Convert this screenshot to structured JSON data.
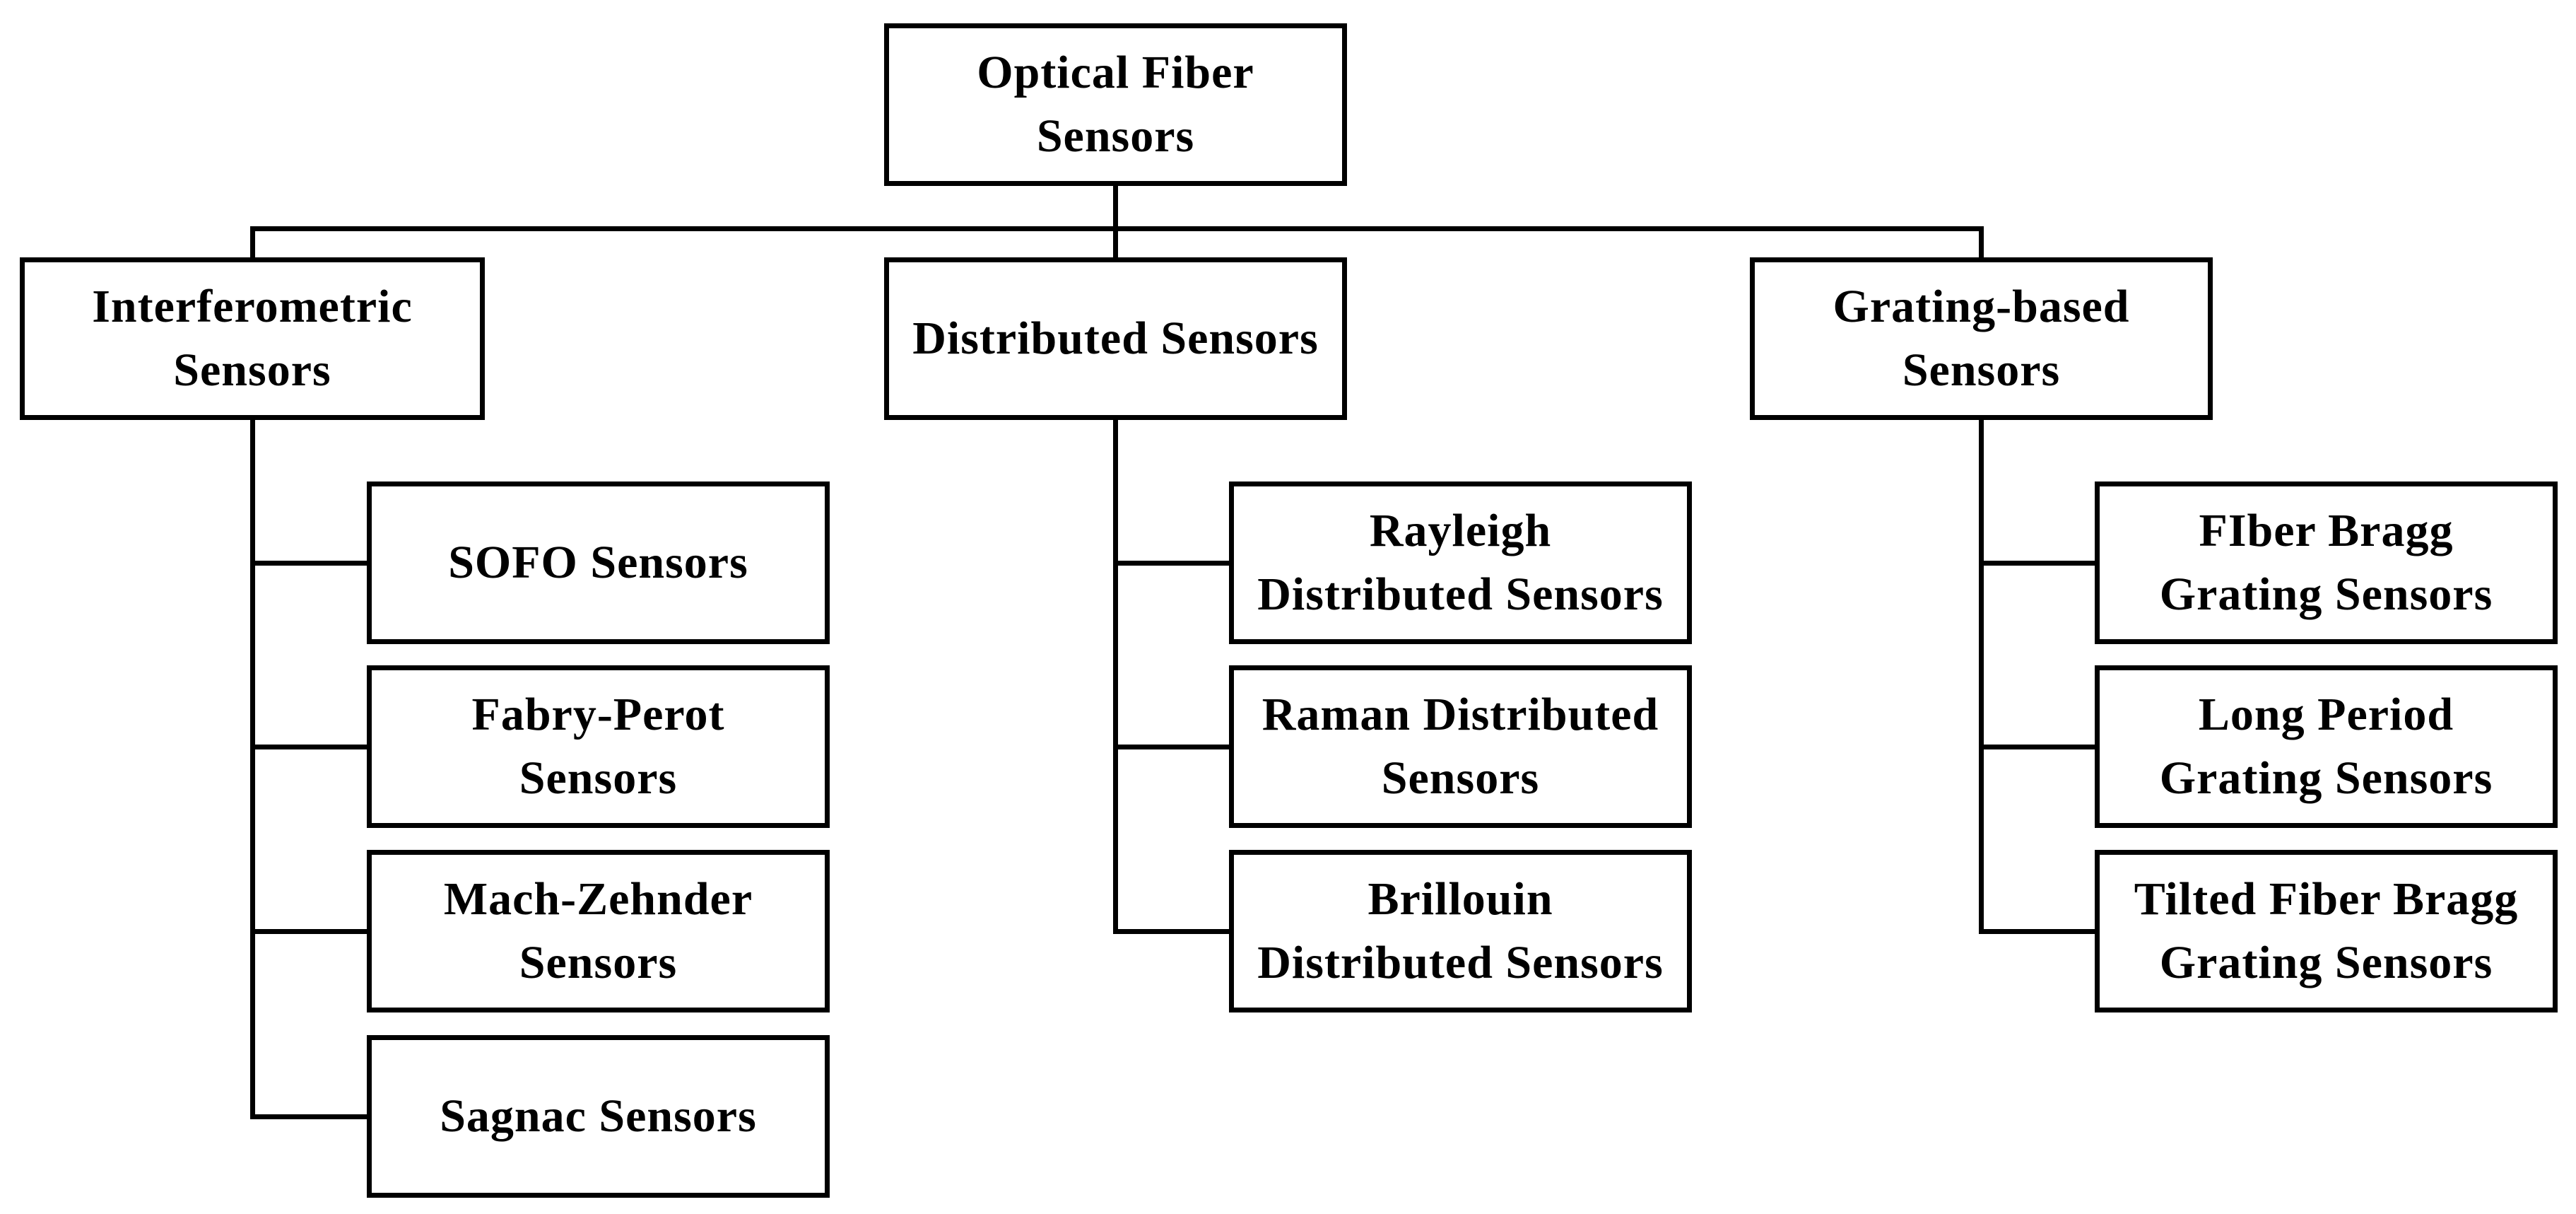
{
  "colors": {
    "background": "#ffffff",
    "box_border": "#000000",
    "connector_line": "#000000",
    "text": "#000000"
  },
  "tree": {
    "root": {
      "id": "optical-fiber-sensors",
      "label": "Optical Fiber Sensors",
      "lines": [
        "Optical Fiber",
        "Sensors"
      ]
    },
    "branches": [
      {
        "id": "interferometric-sensors",
        "label": "Interferometric Sensors",
        "lines": [
          "Interferometric",
          "Sensors"
        ],
        "children": [
          {
            "id": "sofo-sensors",
            "label": "SOFO Sensors",
            "lines": [
              "SOFO Sensors"
            ]
          },
          {
            "id": "fabry-perot-sensors",
            "label": "Fabry-Perot Sensors",
            "lines": [
              "Fabry-Perot",
              "Sensors"
            ]
          },
          {
            "id": "mach-zehnder-sensors",
            "label": "Mach-Zehnder Sensors",
            "lines": [
              "Mach-Zehnder",
              "Sensors"
            ]
          },
          {
            "id": "sagnac-sensors",
            "label": "Sagnac Sensors",
            "lines": [
              "Sagnac Sensors"
            ]
          }
        ]
      },
      {
        "id": "distributed-sensors",
        "label": "Distributed Sensors",
        "lines": [
          "Distributed Sensors"
        ],
        "children": [
          {
            "id": "rayleigh-distributed-sensors",
            "label": "Rayleigh Distributed Sensors",
            "lines": [
              "Rayleigh",
              "Distributed Sensors"
            ]
          },
          {
            "id": "raman-distributed-sensors",
            "label": "Raman Distributed Sensors",
            "lines": [
              "Raman Distributed",
              "Sensors"
            ]
          },
          {
            "id": "brillouin-distributed-sensors",
            "label": "Brillouin Distributed Sensors",
            "lines": [
              "Brillouin",
              "Distributed Sensors"
            ]
          }
        ]
      },
      {
        "id": "grating-based-sensors",
        "label": "Grating-based Sensors",
        "lines": [
          "Grating-based",
          "Sensors"
        ],
        "children": [
          {
            "id": "fiber-bragg-grating-sensors",
            "label": "FIber Bragg Grating Sensors",
            "lines": [
              "FIber Bragg",
              "Grating Sensors"
            ]
          },
          {
            "id": "long-period-grating-sensors",
            "label": "Long Period Grating Sensors",
            "lines": [
              "Long Period",
              "Grating Sensors"
            ]
          },
          {
            "id": "tilted-fiber-bragg-grating-sensors",
            "label": "Tilted Fiber Bragg Grating Sensors",
            "lines": [
              "Tilted Fiber Bragg",
              "Grating Sensors"
            ]
          }
        ]
      }
    ]
  }
}
